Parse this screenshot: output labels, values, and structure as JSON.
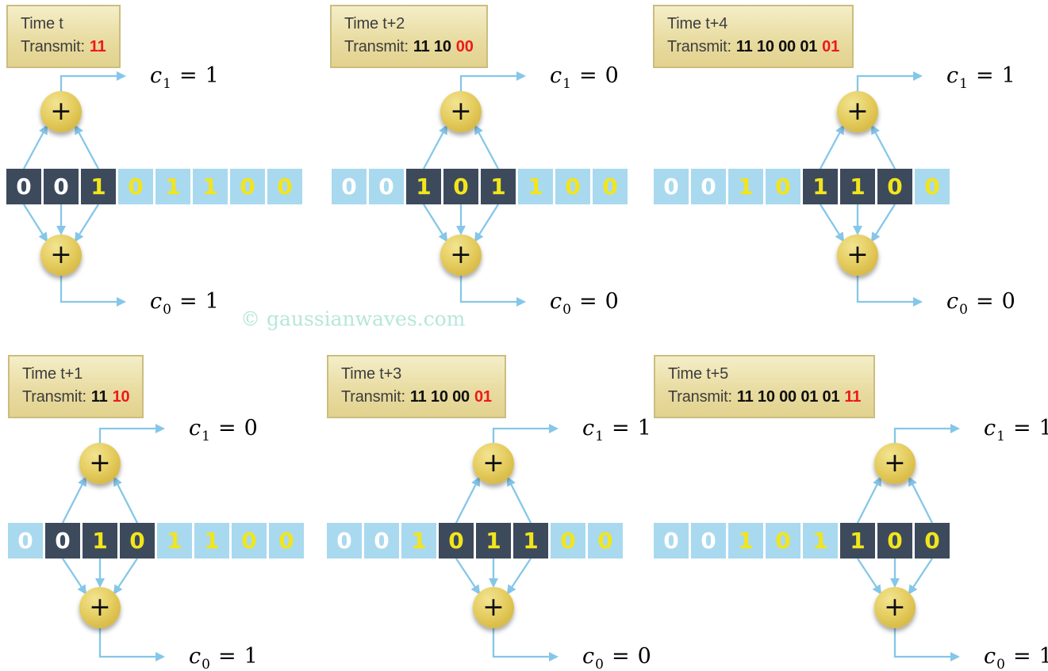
{
  "watermark": {
    "text": "© gaussianwaves.com"
  },
  "colors": {
    "label_box_bg_top": "#f4eec8",
    "label_box_bg_bottom": "#e2d28e",
    "label_box_border": "#cbbd7f",
    "label_text": "#3d3d3d",
    "transmit_sent_bits": "#0f0f0f",
    "transmit_new_bits": "#ee1a1a",
    "cell_dark": "#3c4a5c",
    "cell_light": "#a9d9ee",
    "digit_white": "#ffffff",
    "digit_yellow": "#f2e51c",
    "arrow_blue": "#85c7e9",
    "adder_gold": "#ddc253",
    "watermark_teal": "#b6e7db"
  },
  "adder": {
    "symbol": "+"
  },
  "outputs": {
    "c_base": "c",
    "c1_sub": "1",
    "c0_sub": "0",
    "equals": "="
  },
  "tape": {
    "values": [
      "0",
      "0",
      "1",
      "0",
      "1",
      "1",
      "0",
      "0"
    ],
    "digit_colors": [
      "white",
      "white",
      "yellow",
      "yellow",
      "yellow",
      "yellow",
      "yellow",
      "yellow"
    ]
  },
  "panels": [
    {
      "time": "Time t",
      "transmit_label": "Transmit:",
      "sent": "",
      "new": "11",
      "window_start": 0,
      "c1": "1",
      "c0": "1"
    },
    {
      "time": "Time t+1",
      "transmit_label": "Transmit:",
      "sent": "11",
      "new": "10",
      "window_start": 1,
      "c1": "0",
      "c0": "1"
    },
    {
      "time": "Time t+2",
      "transmit_label": "Transmit:",
      "sent": "11 10",
      "new": "00",
      "window_start": 2,
      "c1": "0",
      "c0": "0"
    },
    {
      "time": "Time t+3",
      "transmit_label": "Transmit:",
      "sent": "11 10 00",
      "new": "01",
      "window_start": 3,
      "c1": "1",
      "c0": "0"
    },
    {
      "time": "Time t+4",
      "transmit_label": "Transmit:",
      "sent": "11 10 00 01",
      "new": "01",
      "window_start": 4,
      "c1": "1",
      "c0": "0"
    },
    {
      "time": "Time t+5",
      "transmit_label": "Transmit:",
      "sent": "11 10 00 01 01",
      "new": "11",
      "window_start": 5,
      "c1": "1",
      "c0": "1"
    }
  ]
}
